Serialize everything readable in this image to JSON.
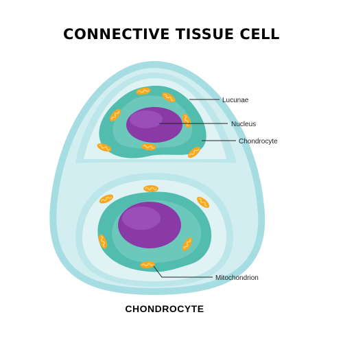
{
  "title": "CONNECTIVE TISSUE CELL",
  "caption": "CHONDROCYTE",
  "stock_id": "#196401852O",
  "labels": {
    "lucunae": "Lucunae",
    "nucleus": "Nucleus",
    "chondrocyte": "Chondrocyte",
    "mitochondrion": "Mitochondrion"
  },
  "colors": {
    "outer_capsule": "#d3eef0",
    "capsule_rim": "#a6dde2",
    "matrix": "#bde6ea",
    "lacuna": "#dff3f4",
    "cytoplasm": "#52bcae",
    "cytoplasm_inner": "#7fd0c3",
    "nucleus": "#8a3aa6",
    "nucleus_highlight": "#a85cc4",
    "mitochondria": "#f5a623",
    "mitochondria_crista": "#fbd36a"
  }
}
